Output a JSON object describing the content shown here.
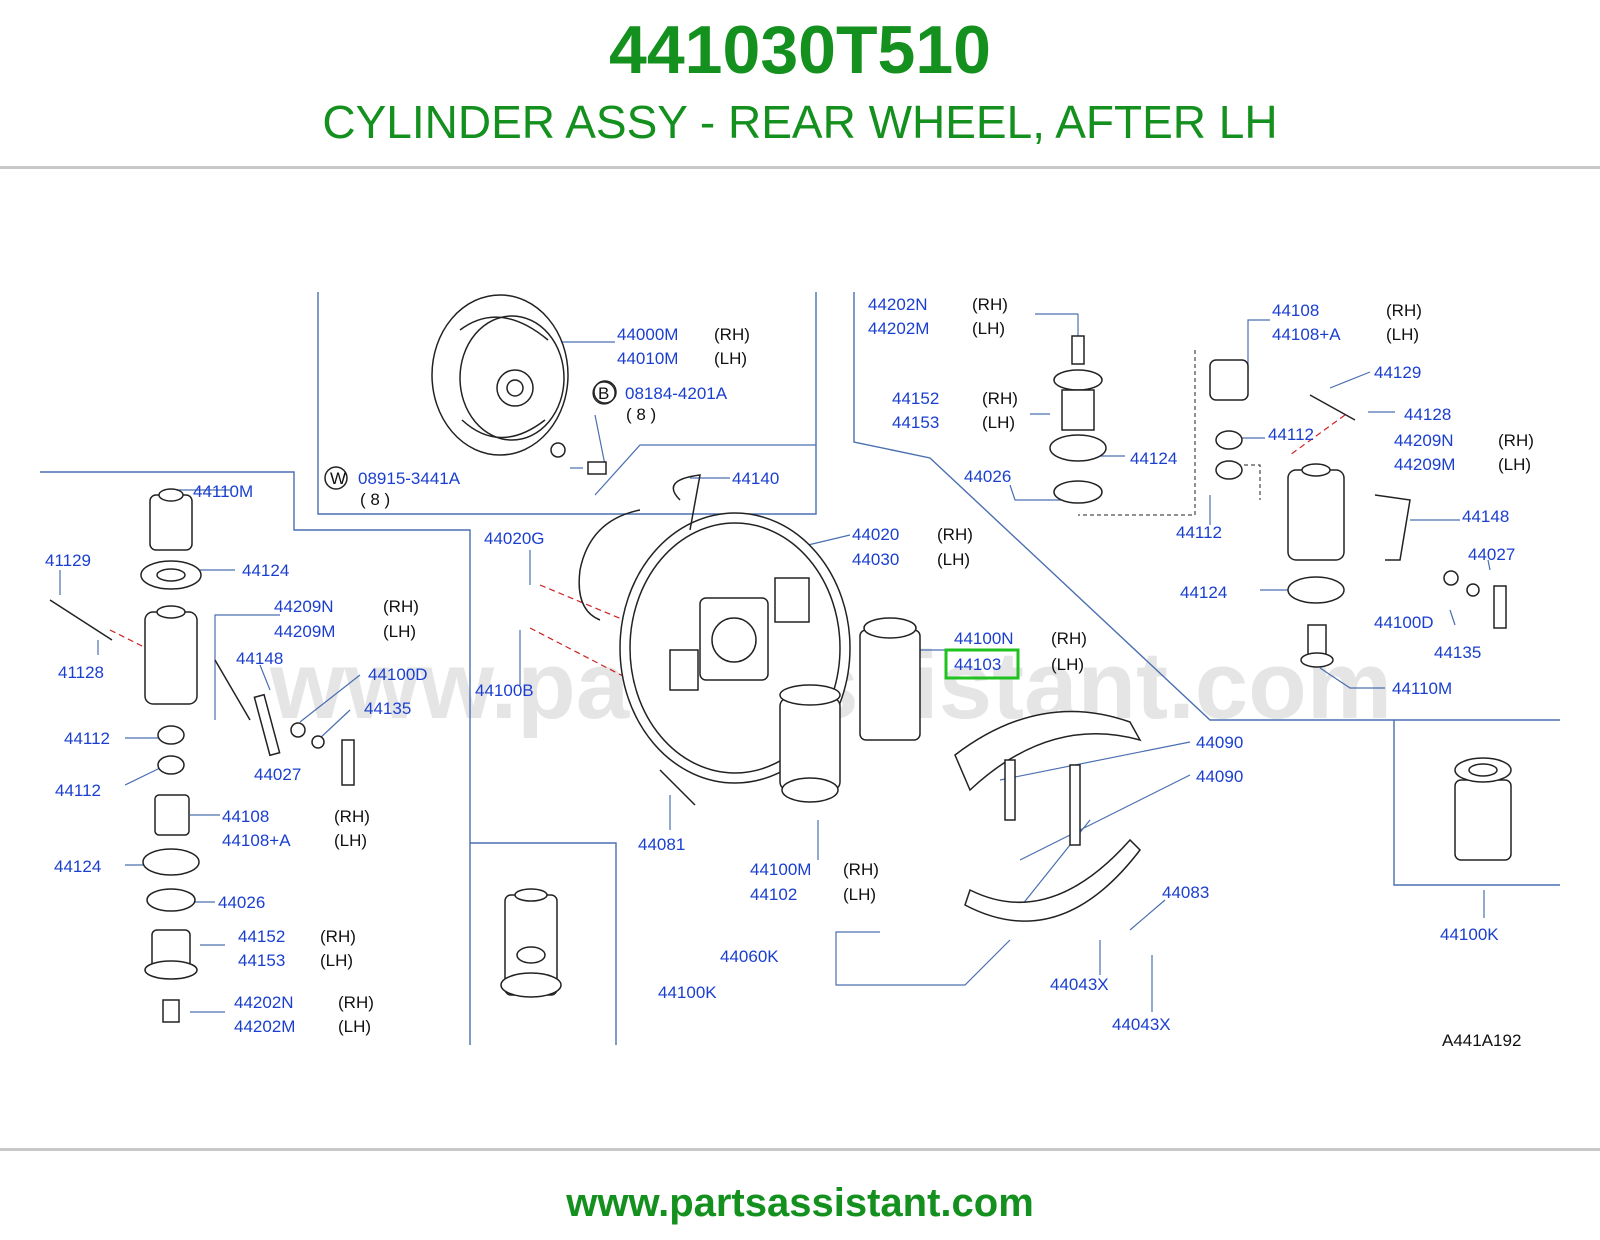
{
  "header": {
    "part_number": "441030T510",
    "description": "CYLINDER ASSY - REAR WHEEL, AFTER LH"
  },
  "footer": {
    "url": "www.partsassistant.com"
  },
  "watermark": "www.partsassistant.com",
  "diagram_ref": "A441A192",
  "colors": {
    "brand_green": "#14901e",
    "label_blue": "#1a3fd0",
    "highlight_green": "#1fc21f"
  },
  "labels": {
    "l_44000M": "44000M",
    "s_44000M": "(RH)",
    "l_44010M": "44010M",
    "s_44010M": "(LH)",
    "b_circle": "B",
    "l_08184": "08184-4201A",
    "q_08184": "( 8 )",
    "w_circle": "W",
    "l_08915": "08915-3441A",
    "q_08915": "( 8 )",
    "l_44140": "44140",
    "l_44020G": "44020G",
    "l_44020": "44020",
    "s_44020": "(RH)",
    "l_44030": "44030",
    "s_44030": "(LH)",
    "l_44100B": "44100B",
    "l_44100N": "44100N",
    "s_44100N": "(RH)",
    "l_44103": "44103",
    "s_44103": "(LH)",
    "l_44081": "44081",
    "l_44100M_c": "44100M",
    "s_44100M_c": "(RH)",
    "l_44102": "44102",
    "s_44102": "(LH)",
    "l_44090_a": "44090",
    "l_44090_b": "44090",
    "l_44083": "44083",
    "l_44060K": "44060K",
    "l_44043X_a": "44043X",
    "l_44043X_b": "44043X",
    "l_44100K_c": "44100K",
    "l_44110M_l": "44110M",
    "l_41129_l": "41129",
    "l_44124_l1": "44124",
    "l_44209N_l": "44209N",
    "s_44209N_l": "(RH)",
    "l_44209M_l": "44209M",
    "s_44209M_l": "(LH)",
    "l_41128_l": "41128",
    "l_44148_l": "44148",
    "l_44100D_l": "44100D",
    "l_44135_l": "44135",
    "l_44112_l1": "44112",
    "l_44027_l": "44027",
    "l_44112_l2": "44112",
    "l_44108_l": "44108",
    "s_44108_l": "(RH)",
    "l_44108A_l": "44108+A",
    "s_44108A_l": "(LH)",
    "l_44124_l2": "44124",
    "l_44026_l": "44026",
    "l_44152_l": "44152",
    "s_44152_l": "(RH)",
    "l_44153_l": "44153",
    "s_44153_l": "(LH)",
    "l_44202N_l": "44202N",
    "s_44202N_l": "(RH)",
    "l_44202M_l": "44202M",
    "s_44202M_l": "(LH)",
    "l_44202N_r": "44202N",
    "s_44202N_r": "(RH)",
    "l_44202M_r": "44202M",
    "s_44202M_r": "(LH)",
    "l_44152_r": "44152",
    "s_44152_r": "(RH)",
    "l_44153_r": "44153",
    "s_44153_r": "(LH)",
    "l_44124_r1": "44124",
    "l_44026_r": "44026",
    "l_44108_r": "44108",
    "s_44108_r": "(RH)",
    "l_44108A_r": "44108+A",
    "s_44108A_r": "(LH)",
    "l_44129_r": "44129",
    "l_44128_r": "44128",
    "l_44112_r1": "44112",
    "l_44209N_r": "44209N",
    "s_44209N_r": "(RH)",
    "l_44209M_r": "44209M",
    "s_44209M_r": "(LH)",
    "l_44112_r2": "44112",
    "l_44148_r": "44148",
    "l_44027_r": "44027",
    "l_44124_r2": "44124",
    "l_44100D_r": "44100D",
    "l_44135_r": "44135",
    "l_44110M_r": "44110M",
    "l_44100K_r": "44100K"
  }
}
